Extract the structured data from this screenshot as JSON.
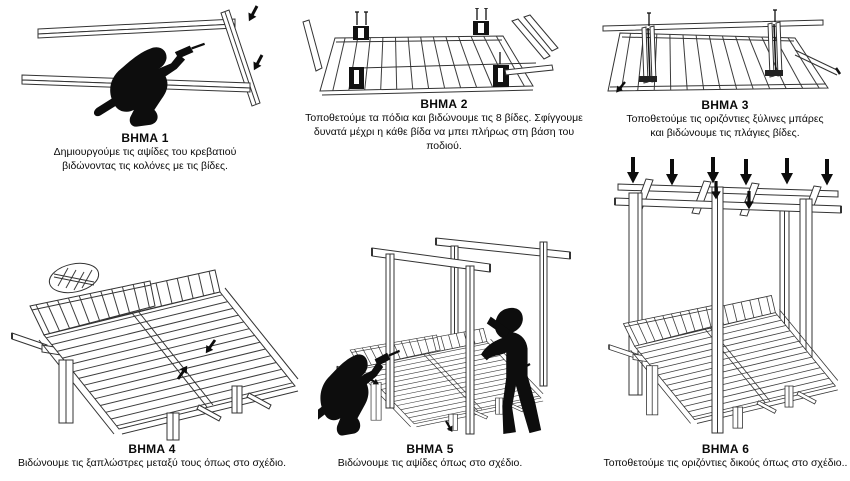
{
  "page": {
    "background": "#ffffff",
    "ink": "#111111",
    "language": "el"
  },
  "steps": [
    {
      "title": "ΒΗΜΑ 1",
      "description": "Δημιουργούμε τις αψίδες του κρεβατιού\nβιδώνοντας τις κολόνες με τις βίδες."
    },
    {
      "title": "ΒΗΜΑ 2",
      "description": "Τοποθετούμε τα πόδια και βιδώνουμε τις 8 βίδες. Σφίγγουμε\nδυνατά μέχρι η κάθε βίδα να μπει πλήρως στη βάση του ποδιού."
    },
    {
      "title": "ΒΗΜΑ 3",
      "description": "Τοποθετούμε τις οριζόντιες ξύλινες μπάρες\nκαι βιδώνουμε τις πλάγιες βίδες."
    },
    {
      "title": "ΒΗΜΑ 4",
      "description": "Βιδώνουμε τις ξαπλώστρες μεταξύ τους όπως στο σχέδιο."
    },
    {
      "title": "ΒΗΜΑ 5",
      "description": "Βιδώνουμε τις αψίδες όπως στο σχέδιο."
    },
    {
      "title": "ΒΗΜΑ 6",
      "description": "Τοποθετούμε τις οριζόντιες δικούς όπως στο σχέδιο.."
    }
  ],
  "icons": {
    "down-arrow": "solid black arrow showing screw/press direction",
    "magnifier-detail": "oval zoom inset of slat screw joint",
    "worker-silhouette": "black figure assembling parts"
  }
}
